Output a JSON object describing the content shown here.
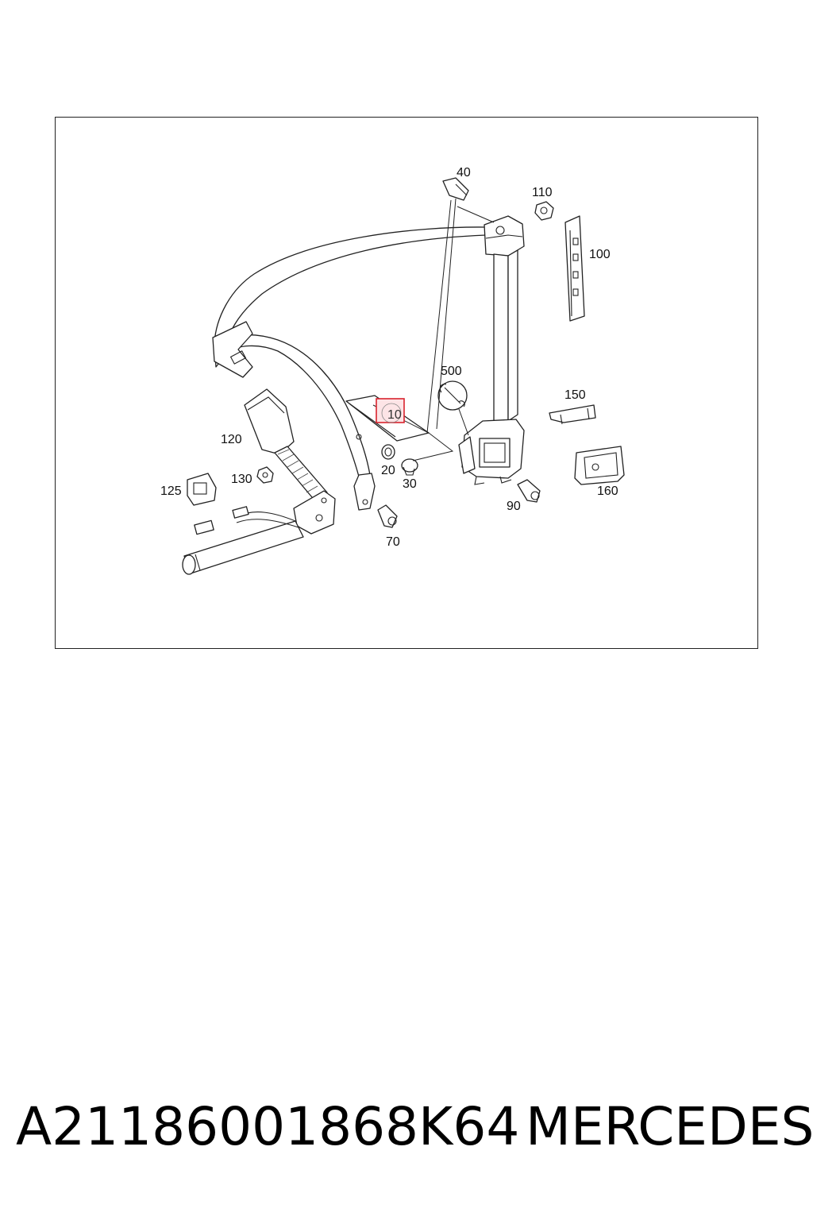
{
  "diagram": {
    "callouts": {
      "c40": "40",
      "c110": "110",
      "c100": "100",
      "c500": "500",
      "c150": "150",
      "c10": "10",
      "c120": "120",
      "c20": "20",
      "c30": "30",
      "c125": "125",
      "c130": "130",
      "c90": "90",
      "c160": "160",
      "c70": "70"
    },
    "highlighted_callout": "10",
    "highlight_color": "#d9232e"
  },
  "footer": {
    "part_number": "A21186001868K64",
    "brand": "MERCEDES"
  }
}
